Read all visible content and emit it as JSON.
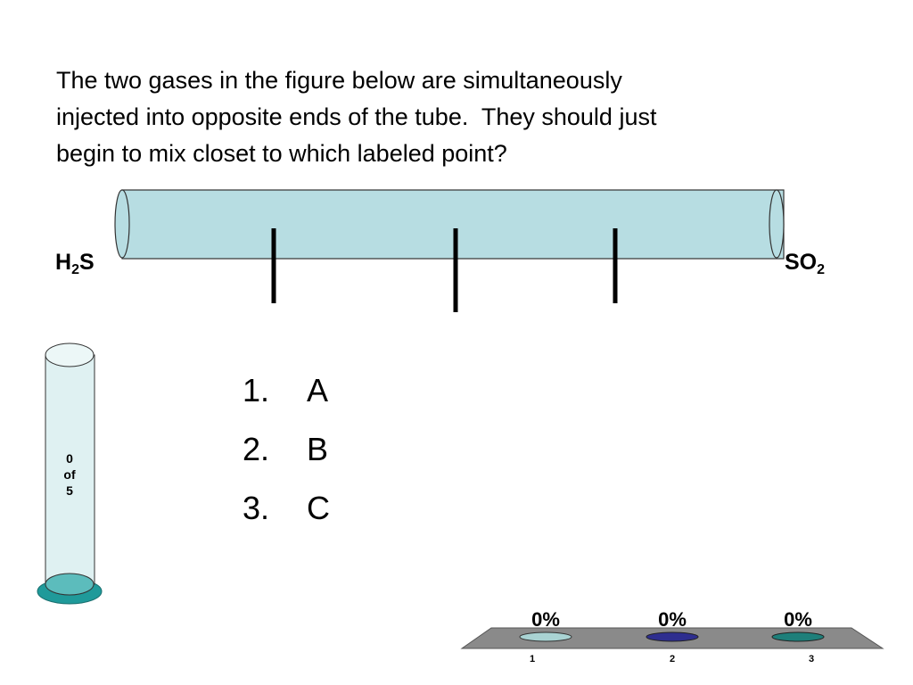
{
  "question": {
    "line1": "The two gases in the figure below are simultaneously",
    "line2": "injected into opposite ends of the tube.  They should just",
    "line3": "begin to mix closet to which labeled point?"
  },
  "gases": {
    "left": {
      "base": "H",
      "sub": "2",
      "tail": "S"
    },
    "right": {
      "base": "SO",
      "sub": "2"
    }
  },
  "answers": [
    {
      "number": "1.",
      "label": "A"
    },
    {
      "number": "2.",
      "label": "B"
    },
    {
      "number": "3.",
      "label": "C"
    }
  ],
  "response_counter": {
    "count": "0",
    "of": "of",
    "total": "5",
    "fill_fraction": 0
  },
  "results": {
    "percentages": [
      "0%",
      "0%",
      "0%"
    ],
    "categories": [
      "1",
      "2",
      "3"
    ],
    "colors": [
      "#a9d3d3",
      "#2e2e8f",
      "#1e7f7a"
    ]
  },
  "colors": {
    "tube_fill": "#b7dde2",
    "cylinder_fill": "#dff1f2",
    "cylinder_base": "#25a0a0",
    "platform": "#8a8a8a"
  }
}
